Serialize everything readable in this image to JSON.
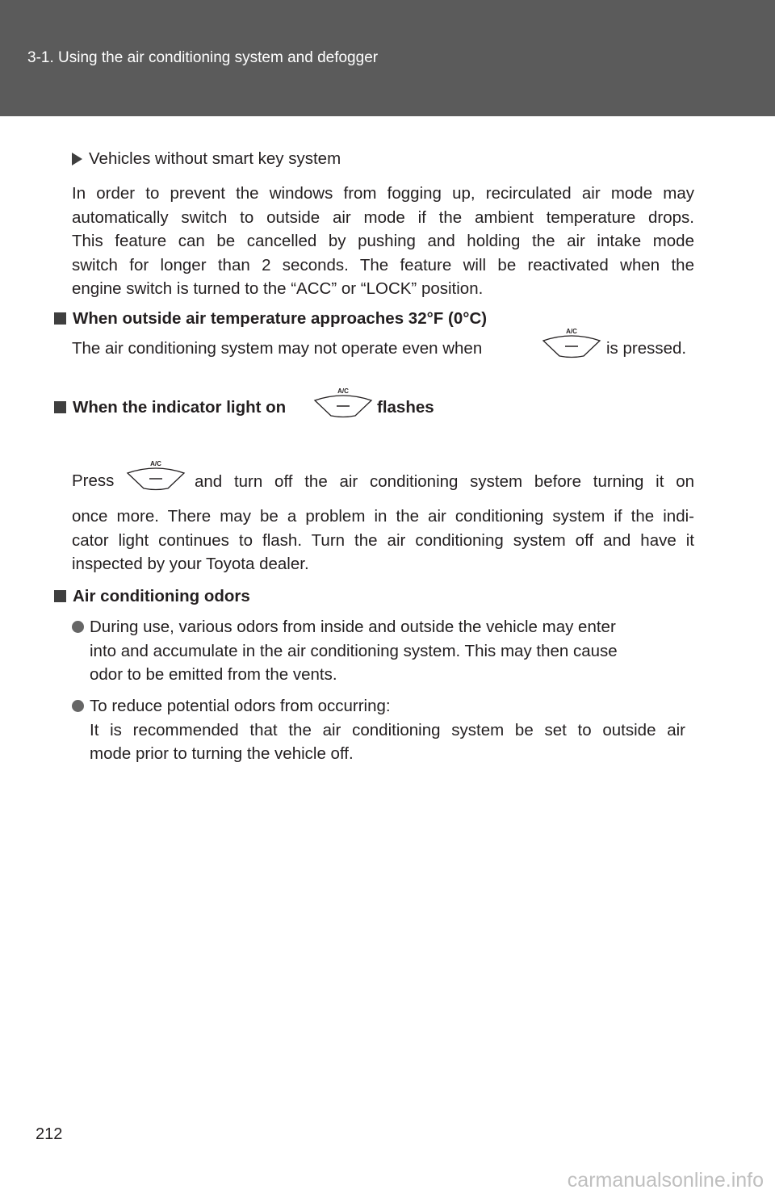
{
  "header": {
    "title": "3-1. Using the air conditioning system and defogger"
  },
  "section1": {
    "label": "Vehicles without smart key system",
    "lines": [
      "In order to prevent the windows from fogging up, recirculated air mode may",
      "automatically switch to outside air mode if the ambient temperature drops.",
      "This feature can be cancelled by pushing and holding the air intake mode",
      "switch for longer than 2 seconds. The feature will be reactivated when the",
      "engine switch is turned to the “ACC” or “LOCK” position."
    ]
  },
  "section2": {
    "heading": "When outside air temperature approaches 32°F (0°C)",
    "text_before": "The air conditioning system may not operate even when",
    "text_after": "is pressed."
  },
  "section3": {
    "heading_before": "When the indicator light on",
    "heading_after": "flashes",
    "line1_before": "Press",
    "line1_after": "and turn off the air conditioning system before turning it on",
    "lines": [
      "once more. There may be a problem in the air conditioning system if the indi-",
      "cator light continues to flash. Turn the air conditioning system off and have it",
      "inspected by your Toyota dealer."
    ]
  },
  "section4": {
    "heading": "Air conditioning odors",
    "bullet1": [
      "During use, various odors from inside and outside the vehicle may enter",
      "into and accumulate in the air conditioning system. This may then cause",
      "odor to be emitted from the vents."
    ],
    "bullet2": [
      "To reduce potential odors from occurring:",
      "It is recommended that the air conditioning system be set to outside air",
      "mode prior to turning the vehicle off."
    ]
  },
  "ac_icon_label": "A/C",
  "page_number": "212",
  "watermark": "carmanualsonline.info",
  "colors": {
    "header_bg": "#5b5b5b",
    "text": "#231f20",
    "bullet": "#3f3f3f"
  }
}
